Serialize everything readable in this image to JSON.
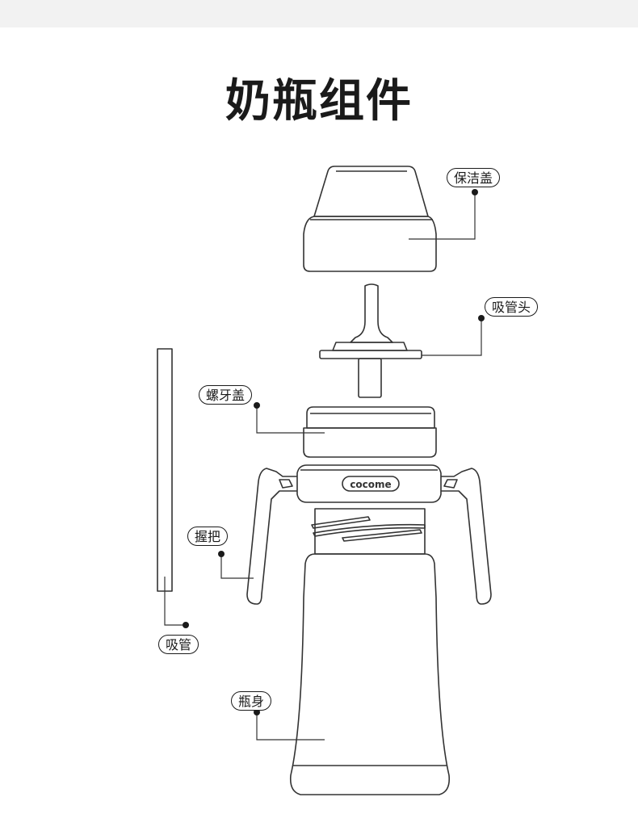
{
  "title": "奶瓶组件",
  "brand": "cocome",
  "labels": {
    "cap": "保洁盖",
    "straw_head": "吸管头",
    "screw_cap": "螺牙盖",
    "handle": "握把",
    "straw": "吸管",
    "body": "瓶身"
  },
  "colors": {
    "line": "#333333",
    "label_border": "#1a1a1a",
    "background": "#ffffff"
  }
}
